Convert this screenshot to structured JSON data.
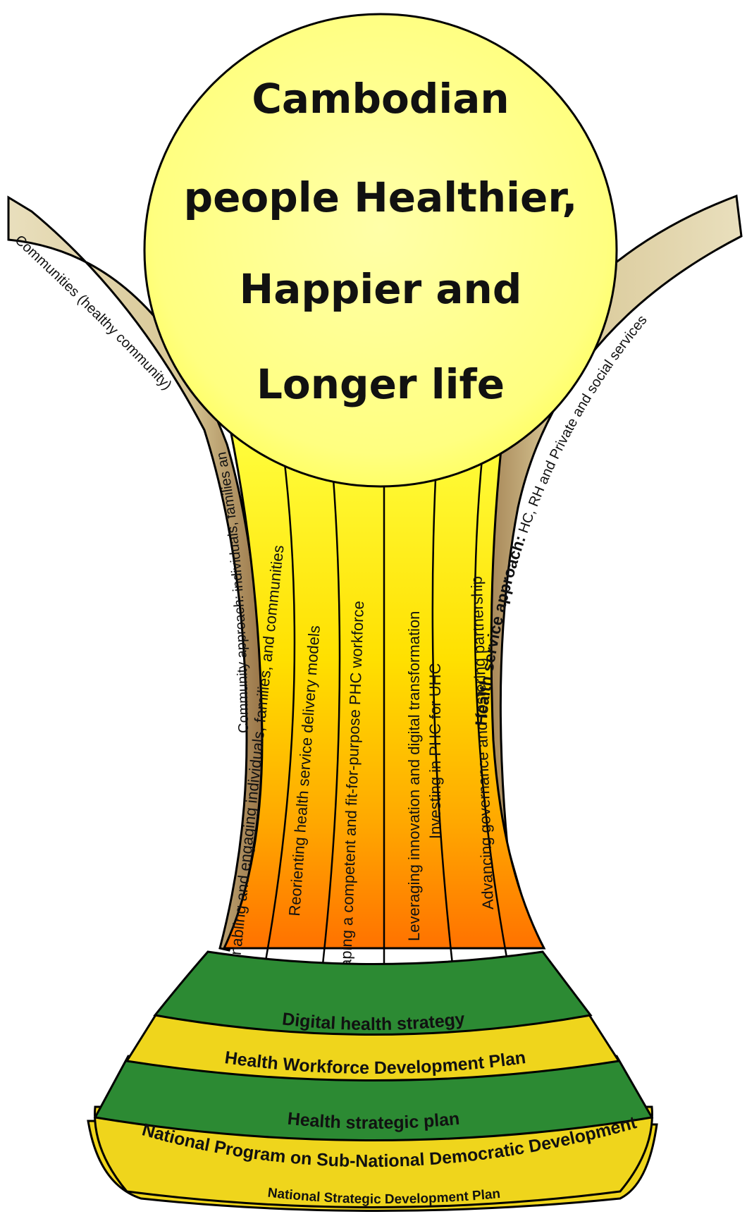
{
  "goal": {
    "lines": [
      "Cambodian",
      "people Healthier,",
      "Happier and",
      "Longer life"
    ]
  },
  "approaches": {
    "left_top": "Communities (healthy community)",
    "left_main": "Community approach: individuals, families and communities",
    "right_main_bold": "Health service approach:",
    "right_main_rest": " HC, RH and Private and social services"
  },
  "pillars": [
    "Enabling and engaging individuals, families, and communities",
    "Reorienting health service delivery models",
    "Shaping a competent and fit-for-purpose PHC workforce",
    "Leveraging innovation and digital transformation",
    "Investing in PHC for UHC",
    "Advancing governance and fostering partnership"
  ],
  "base_layers": [
    "Digital health strategy",
    "Health Workforce Development Plan",
    "Health strategic plan",
    "National Program on Sub-National Democratic Development",
    "National Strategic Development Plan"
  ],
  "colors": {
    "sphere": "#ffff8c",
    "cup_top": "#ffff33",
    "cup_bottom": "#ff7a00",
    "wing": "#e3d7ae",
    "wing_shadow": "#a08050",
    "base_green": "#2c8a33",
    "base_yellow": "#efd51c"
  }
}
